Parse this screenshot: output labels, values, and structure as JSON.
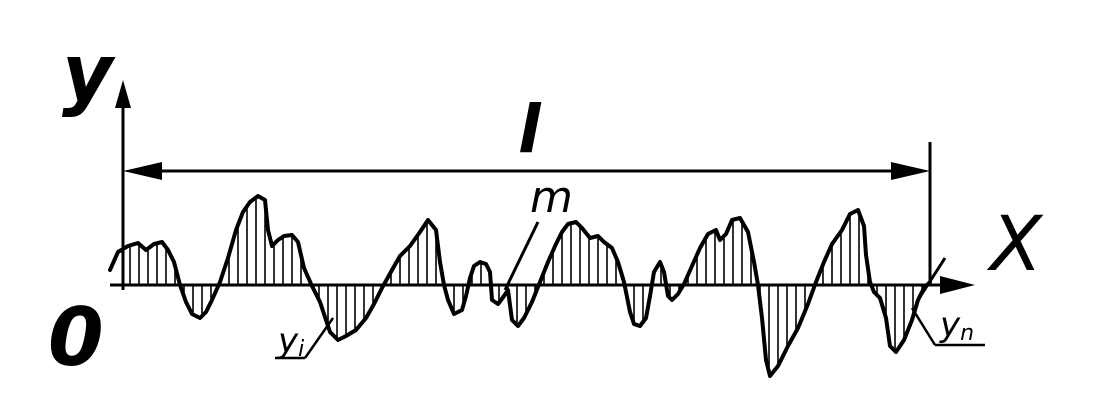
{
  "labels": {
    "y_axis": "y",
    "x_axis": "X",
    "origin": "0",
    "length": "l",
    "mean_line": "m",
    "y_i": "y",
    "y_i_sub": "i",
    "y_n": "y",
    "y_n_sub": "n"
  },
  "colors": {
    "ink": "#000000",
    "background": "#ffffff"
  }
}
